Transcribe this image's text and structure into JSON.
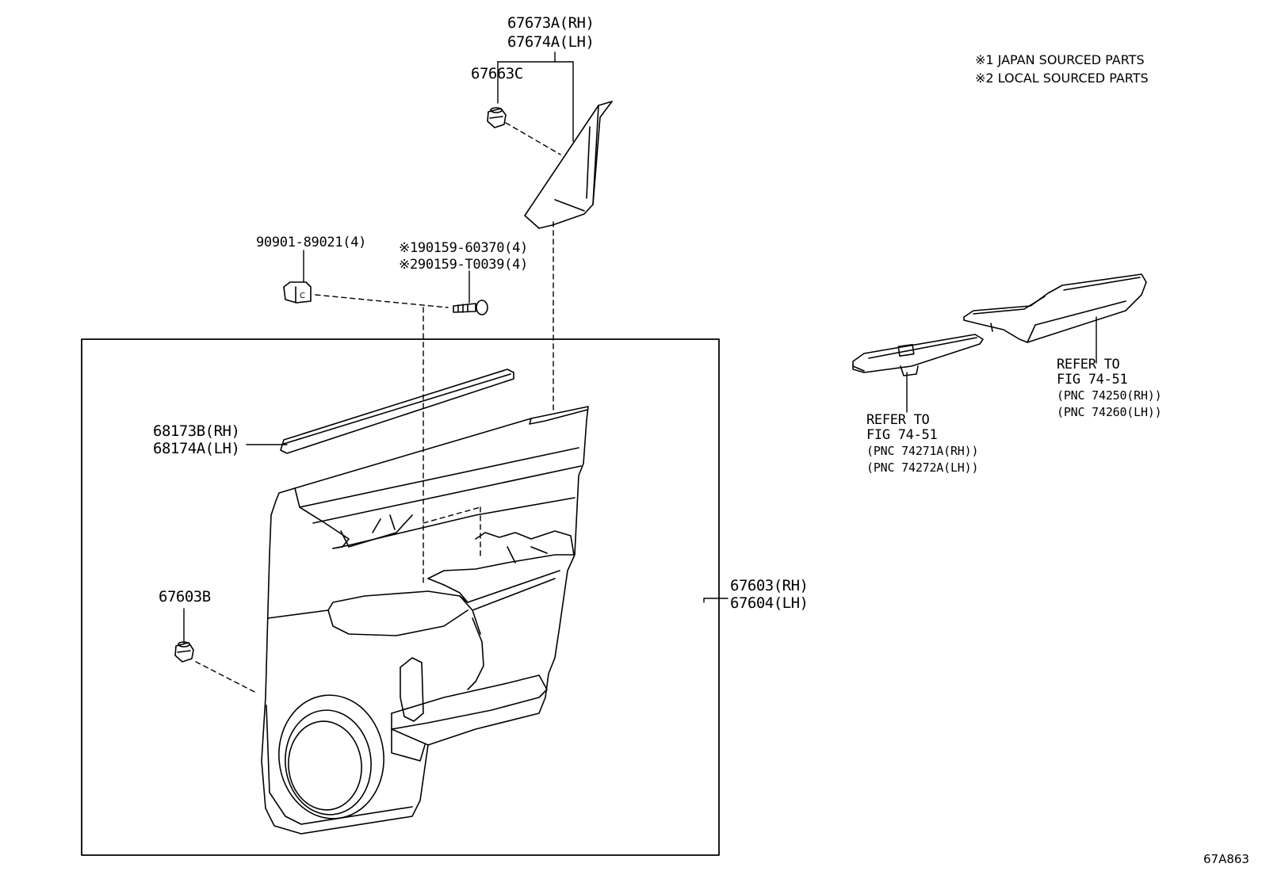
{
  "legend": [
    "※1 JAPAN SOURCED PARTS",
    "※2 LOCAL SOURCED PARTS"
  ],
  "parts": {
    "garnish_rh": "67673A(RH)",
    "garnish_lh": "67674A(LH)",
    "clip_top": "67663C",
    "clip_nut": "90901-89021(4)",
    "screw_1": "※190159-60370(4)",
    "screw_2": "※290159-T0039(4)",
    "weatherstrip_rh": "68173B(RH)",
    "weatherstrip_lh": "68174A(LH)",
    "clip_bottom": "67603B",
    "panel_rh": "67603(RH)",
    "panel_lh": "67604(LH)"
  },
  "refs": {
    "switch_base": {
      "line1": "REFER TO",
      "line2": "FIG 74-51",
      "line3": "(PNC 74271A(RH))",
      "line4": "(PNC 74272A(LH))"
    },
    "armrest": {
      "line1": "REFER TO",
      "line2": "FIG 74-51",
      "line3": "(PNC 74250(RH))",
      "line4": "(PNC 74260(LH))"
    }
  },
  "figure_code": "67A863"
}
